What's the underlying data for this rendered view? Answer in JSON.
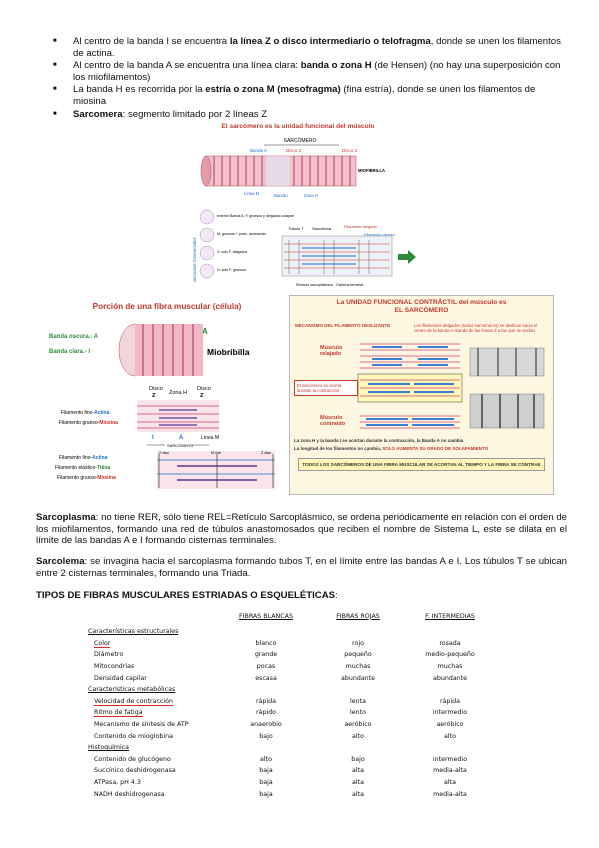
{
  "bullets": [
    {
      "pre": "Al centro de la banda I se encuentra ",
      "bold": "la línea Z o disco intermediario o telofragma",
      "post": ", donde se unen los filamentos de actina."
    },
    {
      "pre": "Al centro de la banda A se encuentra una línea clara: ",
      "bold": "banda o zona H",
      "post": " (de Hensen) (no hay una superposición con los miofilamentos)"
    },
    {
      "pre": "La banda H es recorrida por la ",
      "bold": "estría o zona M (mesofragma)",
      "post": " (fina estría), donde se unen los filamentos de miosina"
    },
    {
      "pre": "",
      "bold": "Sarcomera",
      "post": ": segmento limitado por 2 líneas Z"
    }
  ],
  "fig1": {
    "title": "El sarcómero es la unidad funcional del músculo",
    "sarcomero": "SARCÓMERO",
    "banda_a": "Banda A",
    "disco_z": "Disco Z",
    "miofibrilla": "MIOFIBRILLA",
    "linea_m": "Línea M",
    "banda_i": "Banda I",
    "zona_h": "Zona H",
    "secciones": "secciones transversales",
    "cross": [
      "exterior Banda A: F. gruesos y delgados solapan",
      "M: gruesos + prots. accesorias",
      "Z: solo F. delgados",
      "H: solo F. gruesos"
    ],
    "tubulo_t": "Túbulo T",
    "sarcolema": "Sarcolema",
    "filamento_delgado": "Filamento delgado",
    "filamento_grueso": "Filamento grueso",
    "reticulo": "Retículo sarcoplásmico",
    "cisterna": "Cisterna terminal"
  },
  "fig2": {
    "title": "Porción de una fibra muscular (célula)",
    "banda_oscura": "Banda oscura.- A",
    "banda_clara": "Banda clara.- I",
    "i": "I",
    "a": "A",
    "miobribilla": "Miobribilla",
    "disco_z": "Disco",
    "z": "Z",
    "zona_h": "Zona H",
    "fil_fino": "Filamento fino-",
    "actina": "Actina",
    "fil_grueso": "Filamento grueso-",
    "miosina": "Miosina",
    "linea_m": "Línea M",
    "sarcomero": "SARCÓMERO",
    "fil_elastico": "Filamento elástico-",
    "titina": "Titina",
    "z_disc": "Z disc",
    "m_line": "M line"
  },
  "fig3": {
    "title_l1": "La UNIDAD FUNCIONAL CONTRÁCTIL del músculo es",
    "title_l2": "EL SARCÓMERO",
    "mecanismo": "MECANISMO DEL FILAMENTO DESLIZANTE",
    "note": "Los filamentos delgados (todos sarcómeros) se deslizan hacia el centro de la banda A tirando de las líneas Z a las que se anclan",
    "relajado": "Músculo relajado",
    "acortan": "El sarcómero se acorta durante la contracción",
    "contraido": "Músculo contraído",
    "caption1": "La zona H y la banda I se acortan durante la contracción, la Banda A no cambia",
    "caption2_pre": "La longitud de los filamentos no cambia, ",
    "caption2_bold": "SOLO AUMENTA SU GRADO DE SOLAPAMIENTO",
    "footer": "TODOS LOS SARCÓMEROS DE UNA FIBRA MUSCULAR SE ACORTAN AL TIEMPO Y LA FIBRA SE CONTRAE"
  },
  "sarcoplasma": {
    "bold": "Sarcoplasma",
    "text": ": no tiene RER, sólo tiene REL=Retículo Sarcoplásmico, se ordena periódicamente en relación con el orden de los miofilamentos, formando una red de túbulos anastomosados que reciben el nombre de Sistema L, este se dilata en el límite de las bandas A e I formando cisternas terminales."
  },
  "sarcolema": {
    "bold": "Sarcolema",
    "text": ": se invagina hacia el sarcoplasma formando tubos T, en el límite entre las bandas A e I. Los túbulos T se ubican entre 2 cisternas terminales, formando una Triada."
  },
  "tipos_title": "TIPOS DE FIBRAS MUSCULARES ESTRIADAS O ESQUELÉTICAS",
  "table": {
    "headers": [
      "FIBRAS BLANCAS",
      "FIBRAS ROJAS",
      "F. INTERMEDIAS"
    ],
    "rows": [
      {
        "section": "Características estructurales"
      },
      {
        "label": "Color",
        "underline": true,
        "values": [
          "blanco",
          "rojo",
          "rosada"
        ]
      },
      {
        "label": "Diámetro",
        "values": [
          "grande",
          "pequeño",
          "medio-pequeño"
        ]
      },
      {
        "label": "Mitocondrias",
        "values": [
          "pocas",
          "muchas",
          "muchas"
        ]
      },
      {
        "label": "Densidad capilar",
        "values": [
          "escasa",
          "abundante",
          "abundante"
        ]
      },
      {
        "section": "Características metabólicas"
      },
      {
        "label": "Velocidad de contracción",
        "underline": true,
        "values": [
          "rápida",
          "lenta",
          "rápida"
        ]
      },
      {
        "label": "Ritmo de fatiga",
        "underline": true,
        "values": [
          "rápido",
          "lento",
          "intermedio"
        ]
      },
      {
        "label": "Mecanismo de síntesis de ATP",
        "values": [
          "anaerobio",
          "aeróbico",
          "aeróbico"
        ]
      },
      {
        "label": "Contenido de mioglobina",
        "values": [
          "bajo",
          "alto",
          "alto"
        ]
      },
      {
        "section": "Histoquímica"
      },
      {
        "label": "Contenido de glucógeno",
        "values": [
          "alto",
          "bajo",
          "intermedio"
        ]
      },
      {
        "label": "Succínico deshidrogenasa",
        "values": [
          "baja",
          "alta",
          "media-alta"
        ]
      },
      {
        "label": "ATPasa, pH 4.3",
        "values": [
          "baja",
          "alta",
          "alta"
        ]
      },
      {
        "label": "NADH deshidrogenasa",
        "values": [
          "baja",
          "alta",
          "media-alta"
        ]
      }
    ]
  },
  "colors": {
    "red": "#d42a20",
    "blue": "#1b6fd0",
    "green": "#2e8b3a",
    "pink": "#e8a3b8",
    "yellow": "#fff6b8"
  }
}
